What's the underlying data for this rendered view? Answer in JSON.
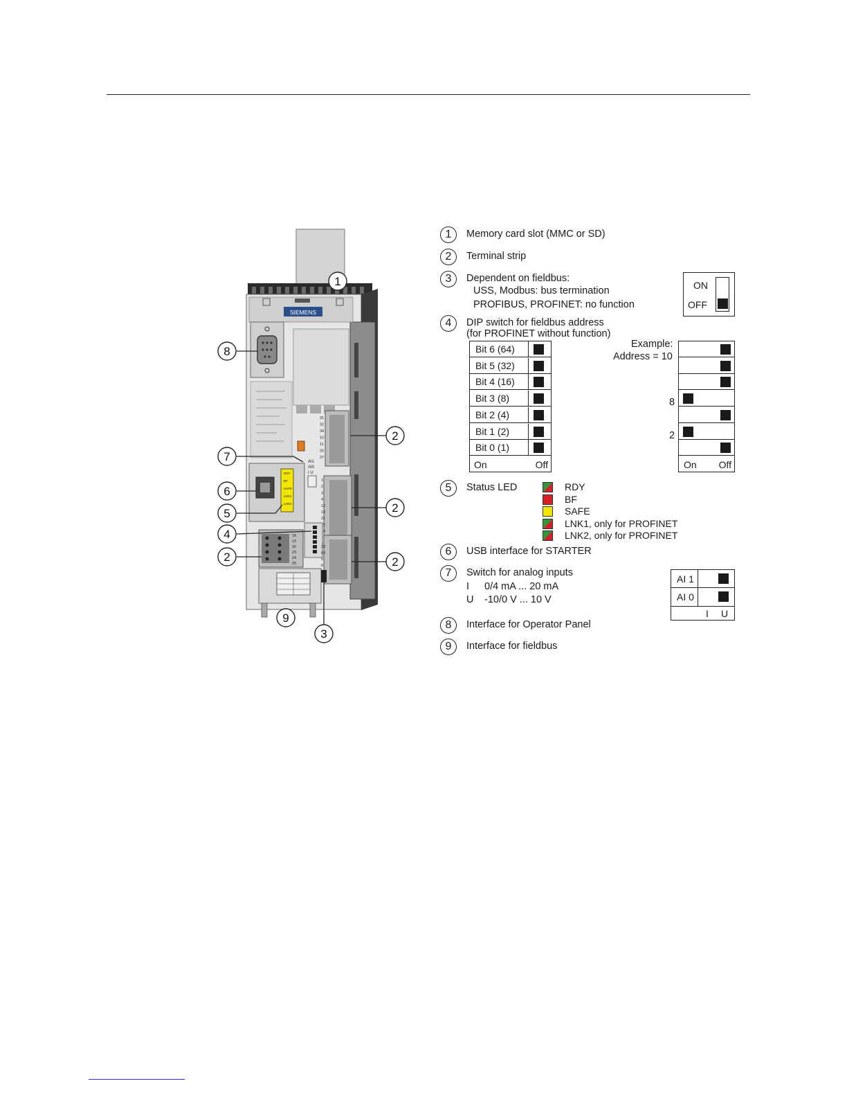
{
  "callouts": {
    "c1": "1",
    "c2": "2",
    "c3": "3",
    "c4": "4",
    "c5": "5",
    "c6": "6",
    "c7": "7",
    "c8": "8",
    "c9": "9"
  },
  "device": {
    "brand": "SIEMENS",
    "ai1_label": "AI1",
    "ai0_label": "AI0",
    "iu_label": "I U",
    "led_tags": [
      "RDY",
      "BF",
      "SAFE",
      "LNK1",
      "LNK2"
    ],
    "terminals_top": [
      "31",
      "32",
      "34",
      "10",
      "11",
      "26",
      "27"
    ],
    "terminals_mid": [
      "1",
      "2",
      "3",
      "4",
      "12",
      "13",
      "21",
      "22",
      "14",
      "15",
      "9"
    ],
    "terminals_low": [
      "18",
      "19",
      "20",
      "23",
      "24",
      "25"
    ],
    "terminals_right": [
      "28",
      "69",
      "5",
      "6"
    ]
  },
  "legend": {
    "item1": "Memory card slot (MMC or SD)",
    "item2": "Terminal strip",
    "item3": "Dependent on fieldbus:",
    "item3_a": "USS, Modbus: bus termination",
    "item3_b": "PROFIBUS, PROFINET: no function",
    "item4": "DIP switch for fieldbus address",
    "item4_sub": "(for PROFINET without function)",
    "item5": "Status LED",
    "item6": "USB interface for STARTER",
    "item7": "Switch for analog inputs",
    "item7_i_key": "I",
    "item7_i_val": "0/4 mA ... 20 mA",
    "item7_u_key": "U",
    "item7_u_val": "-10/0 V ... 10 V",
    "item8": "Interface for Operator Panel",
    "item9": "Interface for fieldbus"
  },
  "bus_switch": {
    "on": "ON",
    "off": "OFF"
  },
  "dip_switch": {
    "rows": [
      "Bit 6 (64)",
      "Bit 5 (32)",
      "Bit 4 (16)",
      "Bit 3 (8)",
      "Bit 2 (4)",
      "Bit 1 (2)",
      "Bit 0 (1)"
    ],
    "on": "On",
    "off": "Off"
  },
  "example": {
    "title": "Example:",
    "address": "Address = 10",
    "mark_8": "8",
    "mark_2": "2",
    "on_rows": [
      3,
      5
    ],
    "on": "On",
    "off": "Off"
  },
  "leds": [
    {
      "label": "RDY",
      "colors": [
        "#d81f26",
        "#2e9a3e"
      ]
    },
    {
      "label": "BF",
      "colors": [
        "#d81f26"
      ]
    },
    {
      "label": "SAFE",
      "colors": [
        "#f2e600"
      ]
    },
    {
      "label": "LNK1, only for PROFINET",
      "colors": [
        "#d81f26",
        "#2e9a3e"
      ]
    },
    {
      "label": "LNK2, only for PROFINET",
      "colors": [
        "#d81f26",
        "#2e9a3e"
      ]
    }
  ],
  "analog_switch": {
    "ai1": "AI 1",
    "ai0": "AI 0",
    "i": "I",
    "u": "U"
  }
}
